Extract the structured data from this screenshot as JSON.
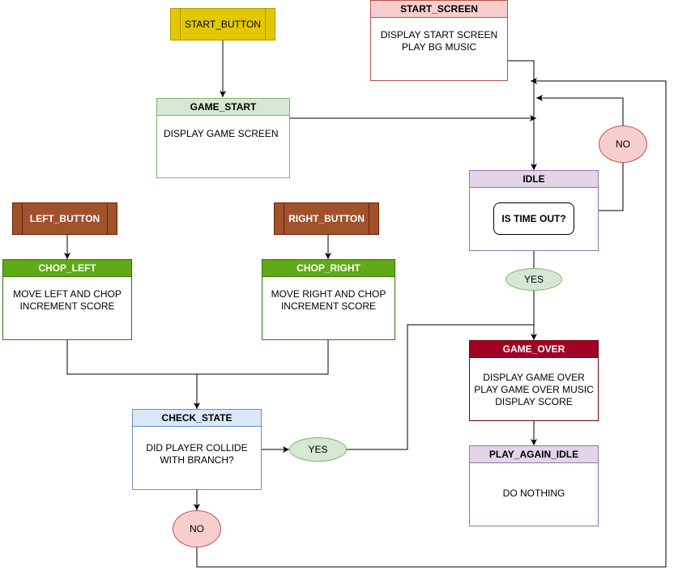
{
  "colors": {
    "yellow_fill": "#e3c800",
    "yellow_stroke": "#b09500",
    "brown_fill": "#a0522d",
    "brown_stroke": "#6d1f00",
    "green_fill": "#60a917",
    "green_stroke": "#2d7600",
    "pale_green_fill": "#d5e8d4",
    "pale_green_stroke": "#82b366",
    "pink_fill": "#f8cecc",
    "pink_stroke": "#b85450",
    "purple_fill": "#e1d5e7",
    "purple_stroke": "#9673a6",
    "blue_fill": "#dae8fc",
    "blue_stroke": "#6c8ebf",
    "red_fill": "#a20025",
    "red_stroke": "#6f0000"
  },
  "buttons": {
    "start": "START_BUTTON",
    "left": "LEFT_BUTTON",
    "right": "RIGHT_BUTTON"
  },
  "states": {
    "start_screen": {
      "title": "START_SCREEN",
      "lines": [
        "DISPLAY START SCREEN",
        "PLAY BG MUSIC"
      ]
    },
    "game_start": {
      "title": "GAME_START",
      "lines": [
        "DISPLAY GAME SCREEN"
      ]
    },
    "idle": {
      "title": "IDLE",
      "question": "IS TIME OUT?"
    },
    "chop_left": {
      "title": "CHOP_LEFT",
      "lines": [
        "MOVE LEFT AND CHOP",
        "INCREMENT SCORE"
      ]
    },
    "chop_right": {
      "title": "CHOP_RIGHT",
      "lines": [
        "MOVE RIGHT AND CHOP",
        "INCREMENT SCORE"
      ]
    },
    "check_state": {
      "title": "CHECK_STATE",
      "lines": [
        "DID PLAYER COLLIDE",
        "WITH BRANCH?"
      ]
    },
    "game_over": {
      "title": "GAME_OVER",
      "lines": [
        "DISPLAY GAME OVER",
        "PLAY GAME OVER MUSIC",
        "DISPLAY SCORE"
      ]
    },
    "play_again_idle": {
      "title": "PLAY_AGAIN_IDLE",
      "lines": [
        "DO NOTHING"
      ]
    }
  },
  "labels": {
    "idle_no": "NO",
    "idle_yes": "YES",
    "check_yes": "YES",
    "check_no": "NO"
  }
}
